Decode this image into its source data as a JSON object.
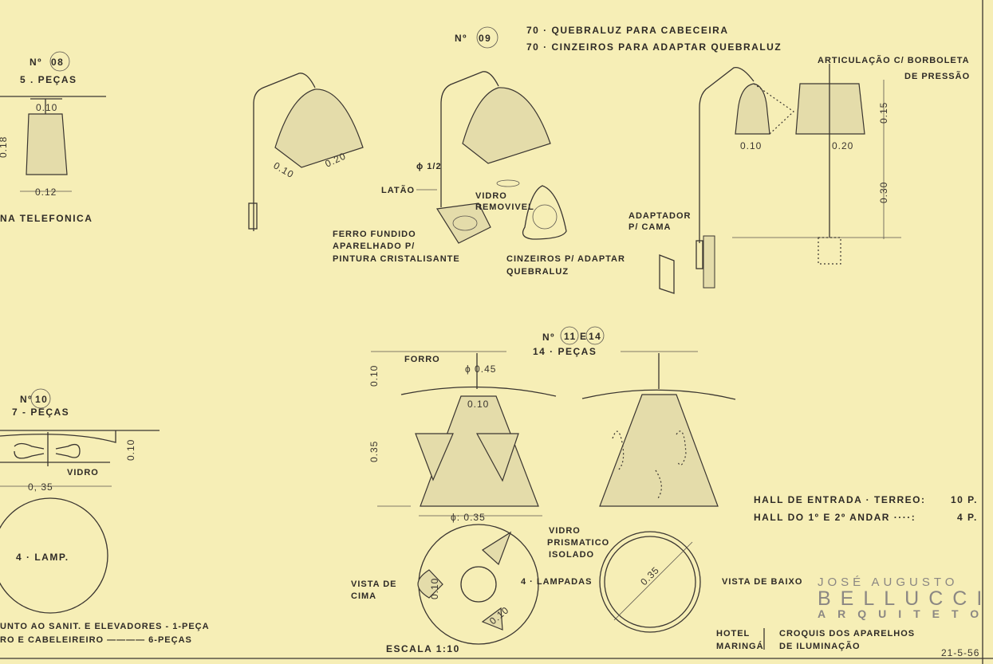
{
  "item08": {
    "number_prefix": "Nº",
    "number": "08",
    "pieces": "5 . PEÇAS",
    "dim_top": "0.10",
    "dim_height": "0.18",
    "dim_bottom": "0.12",
    "location": "NA TELEFONICA"
  },
  "item09": {
    "number_prefix": "Nº",
    "number": "09",
    "line1": "70 · QUEBRALUZ PARA CABECEIRA",
    "line2": "70 · CINZEIROS PARA ADAPTAR QUEBRALUZ",
    "dim_shade_a": "0.10",
    "dim_shade_b": "0.20",
    "pipe": "ϕ 1/2",
    "latao": "LATÃO",
    "vidro_1": "VIDRO",
    "vidro_2": "REMOVIVEL",
    "ferro_1": "FERRO FUNDIDO",
    "ferro_2": "APARELHADO P/",
    "ferro_3": "PINTURA CRISTALISANTE",
    "cinz_1": "CINZEIROS P/ ADAPTAR",
    "cinz_2": "QUEBRALUZ",
    "art_1": "ARTICULAÇÃO C/ BORBOLETA",
    "art_2": "DE PRESSÃO",
    "dim_side_a": "0.10",
    "dim_side_b": "0.20",
    "dim_h1": "0.15",
    "dim_h2": "0.30",
    "adapt_1": "ADAPTADOR",
    "adapt_2": "P/ CAMA"
  },
  "item10": {
    "number_prefix": "Nº",
    "number": "10",
    "pieces": "7 - PEÇAS",
    "dim_height": "0.10",
    "vidro": "VIDRO",
    "dim_width": "0, 35",
    "lamps": "4 · LAMP.",
    "note_1": "UNTO AO SANIT. E ELEVADORES - 1-PEÇA",
    "note_2": "RO E CABELEIREIRO ———— 6-PEÇAS"
  },
  "item11": {
    "number_prefix": "Nº",
    "number_a": "11",
    "joiner": "E",
    "number_b": "14",
    "pieces": "14 · PEÇAS",
    "forro": "FORRO",
    "dim_diam_top": "ϕ 0.45",
    "dim_h1": "0.10",
    "dim_neck": "0.10",
    "dim_h2": "0.35",
    "dim_diam_bottom": "ϕ: 0.35",
    "vidro_1": "VIDRO",
    "vidro_2": "PRISMATICO",
    "vidro_3": "ISOLADO",
    "view_top_1": "VISTA  DE",
    "view_top_2": "CIMA",
    "dim_top_a": "0.10",
    "dim_top_b": "0.10",
    "lamps": "4 · LAMPADAS",
    "dim_ring": "0.35",
    "view_bottom": "VISTA DE BAIXO",
    "scale": "ESCALA  1:10"
  },
  "quantities": [
    {
      "label": "HALL DE ENTRADA · TERREO:",
      "value": "10 P."
    },
    {
      "label": "HALL DO 1º E 2º ANDAR ····:",
      "value": "4 P."
    }
  ],
  "stamp": {
    "line1": "JOSÉ   AUGUSTO",
    "line2": "BELLUCCI",
    "line3": "ARQUITETO"
  },
  "title_block": {
    "project_1": "HOTEL",
    "project_2": "MARINGÁ",
    "title_1": "CROQUIS DOS APARELHOS",
    "title_2": "DE ILUMINAÇÃO",
    "date": "21-5-56"
  }
}
